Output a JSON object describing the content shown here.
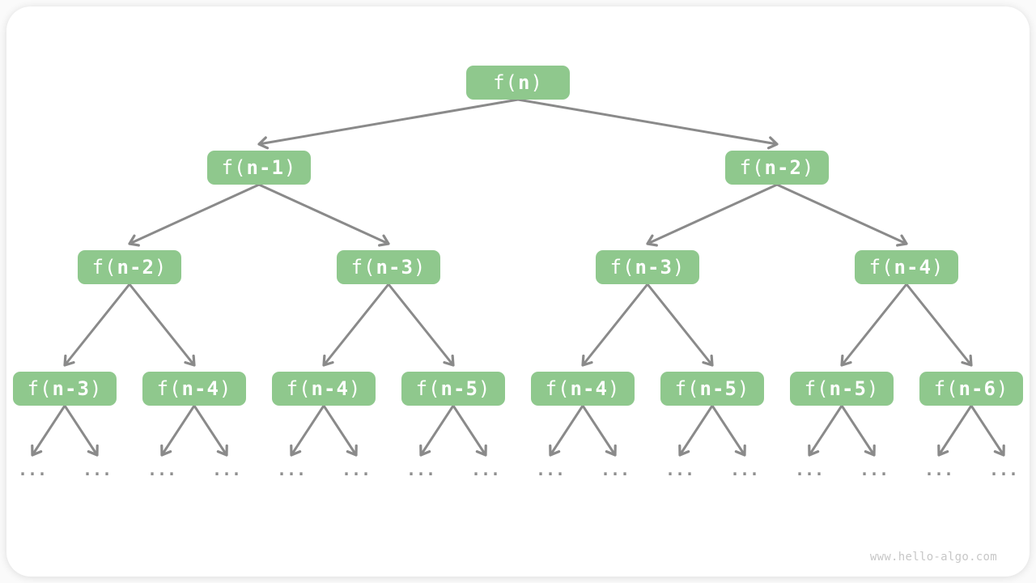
{
  "page": {
    "background": "#fafafa",
    "card_background": "#ffffff"
  },
  "colors": {
    "node_fill": "#8fc88d",
    "node_text": "#ffffff",
    "arrow": "#8a8a8a",
    "ellipsis": "#8f8f8f",
    "watermark": "#c7c7c7"
  },
  "watermark": {
    "text": "www.hello-algo.com"
  },
  "tree": {
    "levels": [
      [
        {
          "label": "f(n)",
          "pre": "f(",
          "bold": "n",
          "post": ")"
        }
      ],
      [
        {
          "label": "f(n-1)",
          "pre": "f(",
          "bold": "n-1",
          "post": ")"
        },
        {
          "label": "f(n-2)",
          "pre": "f(",
          "bold": "n-2",
          "post": ")"
        }
      ],
      [
        {
          "label": "f(n-2)",
          "pre": "f(",
          "bold": "n-2",
          "post": ")"
        },
        {
          "label": "f(n-3)",
          "pre": "f(",
          "bold": "n-3",
          "post": ")"
        },
        {
          "label": "f(n-3)",
          "pre": "f(",
          "bold": "n-3",
          "post": ")"
        },
        {
          "label": "f(n-4)",
          "pre": "f(",
          "bold": "n-4",
          "post": ")"
        }
      ],
      [
        {
          "label": "f(n-3)",
          "pre": "f(",
          "bold": "n-3",
          "post": ")"
        },
        {
          "label": "f(n-4)",
          "pre": "f(",
          "bold": "n-4",
          "post": ")"
        },
        {
          "label": "f(n-4)",
          "pre": "f(",
          "bold": "n-4",
          "post": ")"
        },
        {
          "label": "f(n-5)",
          "pre": "f(",
          "bold": "n-5",
          "post": ")"
        },
        {
          "label": "f(n-4)",
          "pre": "f(",
          "bold": "n-4",
          "post": ")"
        },
        {
          "label": "f(n-5)",
          "pre": "f(",
          "bold": "n-5",
          "post": ")"
        },
        {
          "label": "f(n-5)",
          "pre": "f(",
          "bold": "n-5",
          "post": ")"
        },
        {
          "label": "f(n-6)",
          "pre": "f(",
          "bold": "n-6",
          "post": ")"
        }
      ]
    ],
    "leaves": {
      "symbol": "...",
      "count": 16
    }
  }
}
